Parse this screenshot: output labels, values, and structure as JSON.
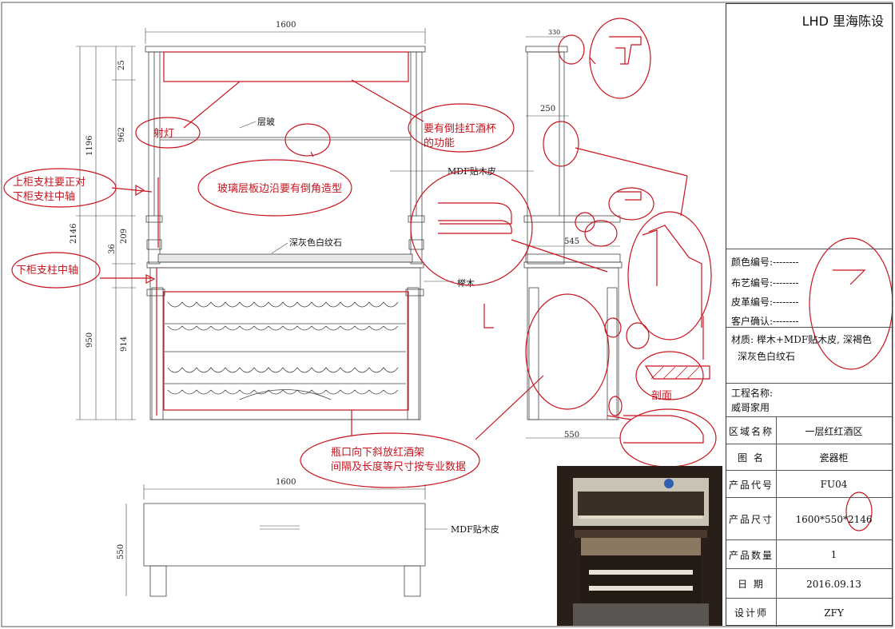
{
  "brand": "LHD 里海陈设",
  "dims": {
    "top_width": "1600",
    "top_h1": "25",
    "top_h2": "962",
    "top_total": "1196",
    "overall_h": "2146",
    "mid_209": "209",
    "mid_36": "36",
    "low_950": "950",
    "low_914": "914",
    "side_330": "330",
    "side_250": "250",
    "side_545": "545",
    "side_550": "550",
    "plan_width": "1600",
    "plan_depth": "550"
  },
  "labels": {
    "shelf": "层玻",
    "mdf_top": "MDF贴木皮",
    "marble": "深灰色白纹石",
    "beech": "榉木",
    "mdf_plan": "MDF贴木皮"
  },
  "notes": {
    "spotlight": "射灯",
    "wine_glass_line1": "要有倒挂红酒杯",
    "wine_glass_line2": "的功能",
    "glass_edge": "玻璃层板边沿要有倒角造型",
    "upper_col_line1": "上柜支柱要正对",
    "upper_col_line2": "下柜支柱中轴",
    "lower_col": "下柜支柱中轴",
    "rack_line1": "瓶口向下斜放红酒架",
    "rack_line2": "间隔及长度等尺寸按专业数据",
    "section": "剖面"
  },
  "title_block": {
    "color_no": "颜色编号:--------",
    "fabric_no": "布艺编号:--------",
    "leather_no": "皮革编号:--------",
    "client_ok": "客户确认:--------",
    "material_line1": "材质: 榉木+MDF贴木皮, 深褐色",
    "material_line2": "深灰色白纹石",
    "project_label": "工程名称:",
    "project_value": "威哥家用",
    "rows": [
      {
        "k": "区域名称",
        "v": "一层红红酒区"
      },
      {
        "k": "图  名",
        "v": "瓷器柜"
      },
      {
        "k": "产品代号",
        "v": "FU04"
      },
      {
        "k": "产品尺寸",
        "v": "1600*550*2146"
      },
      {
        "k": "产品数量",
        "v": "1"
      },
      {
        "k": "日  期",
        "v": "2016.09.13"
      },
      {
        "k": "设计师",
        "v": "ZFY"
      }
    ]
  },
  "colors": {
    "annotation": "#c8141e",
    "line": "#333333"
  }
}
